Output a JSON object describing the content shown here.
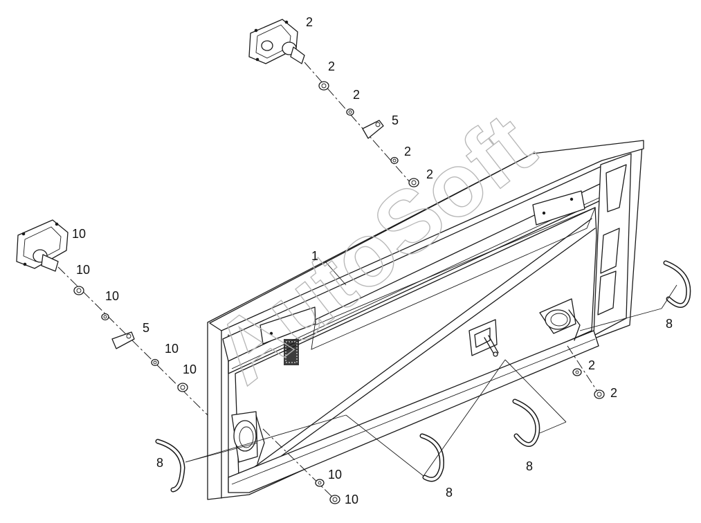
{
  "watermark": {
    "text": "AutoSoft",
    "color": "#b8b8b8"
  },
  "callouts": {
    "c1": "1",
    "c2_a": "2",
    "c2_b": "2",
    "c2_c": "2",
    "c2_d": "2",
    "c2_e": "2",
    "c2_f": "2",
    "c2_g": "2",
    "c5_a": "5",
    "c5_b": "5",
    "c8_a": "8",
    "c8_b": "8",
    "c8_c": "8",
    "c8_d": "8",
    "c10_a": "10",
    "c10_b": "10",
    "c10_c": "10",
    "c10_d": "10",
    "c10_e": "10",
    "c10_f": "10",
    "c10_g": "10"
  }
}
